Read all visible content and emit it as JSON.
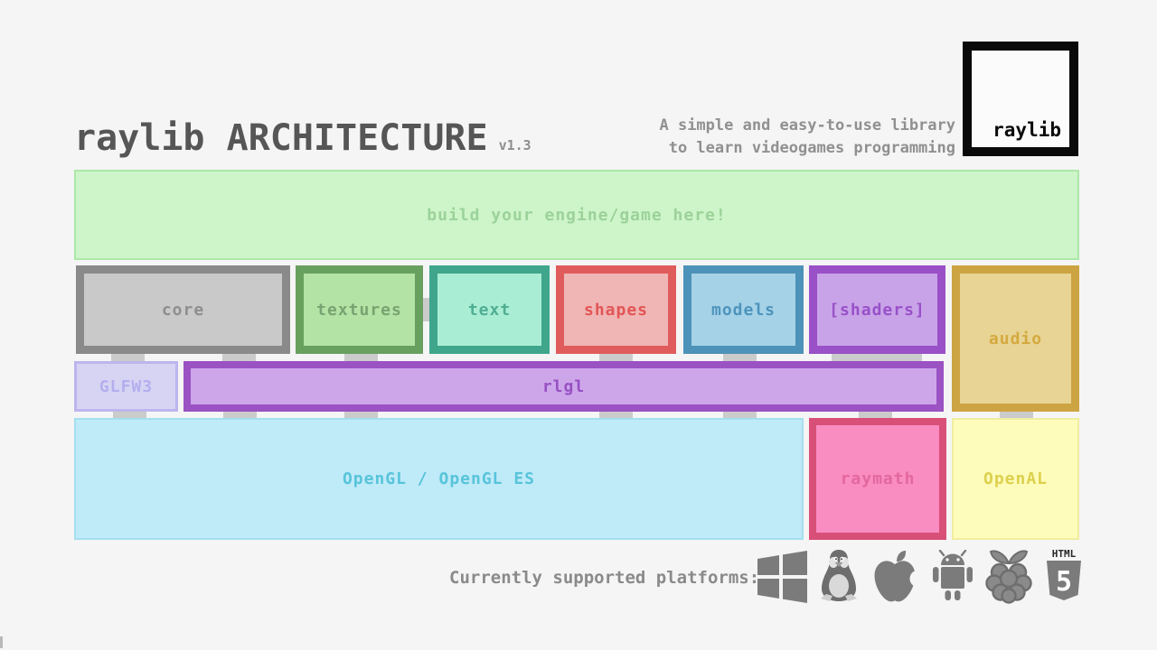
{
  "header": {
    "title": "raylib ARCHITECTURE",
    "version": "v1.3",
    "tagline": [
      "A simple and easy-to-use library",
      "to learn videogames programming"
    ],
    "logo_text": "raylib"
  },
  "diagram": {
    "engine_box_label": "build your engine/game here!",
    "modules": [
      {
        "id": "core",
        "label": "core"
      },
      {
        "id": "textures",
        "label": "textures"
      },
      {
        "id": "text",
        "label": "text"
      },
      {
        "id": "shapes",
        "label": "shapes"
      },
      {
        "id": "models",
        "label": "models"
      },
      {
        "id": "shaders",
        "label": "[shaders]"
      },
      {
        "id": "audio",
        "label": "audio"
      }
    ],
    "glfw_label": "GLFW3",
    "rlgl_label": "rlgl",
    "opengl_label": "OpenGL / OpenGL ES",
    "raymath_label": "raymath",
    "openal_label": "OpenAL"
  },
  "footer": {
    "label": "Currently supported platforms:",
    "platforms": [
      "windows",
      "linux",
      "apple",
      "android",
      "raspberry-pi",
      "html5"
    ],
    "html5_badge_top": "HTML",
    "html5_badge_number": "5"
  },
  "palette": {
    "background": "#f5f5f5",
    "title_text": "#565656",
    "muted_text": "#909090",
    "connector": "#cbcbcb",
    "icon_gray": "#7b7b7b",
    "engine": {
      "fill": "#cdf5c9",
      "border": "#ace8a8",
      "text": "#9cd29a"
    },
    "core": {
      "fill": "#c9c9c9",
      "border": "#8a8a8a",
      "text": "#8e8e8e"
    },
    "textures": {
      "fill": "#b3e3a5",
      "border": "#68a05f",
      "text": "#78a471"
    },
    "text": {
      "fill": "#a9eed4",
      "border": "#3fa68c",
      "text": "#4fae93"
    },
    "shapes": {
      "fill": "#f0b5b5",
      "border": "#e05c5c",
      "text": "#e25555"
    },
    "models": {
      "fill": "#a6d2e7",
      "border": "#4d92b8",
      "text": "#4d94bd"
    },
    "shaders": {
      "fill": "#c9a3e8",
      "border": "#9a50c6",
      "text": "#9851c9"
    },
    "audio": {
      "fill": "#e8d494",
      "border": "#cda442",
      "text": "#d4a93f"
    },
    "glfw": {
      "fill": "#d7d4f3",
      "border": "#bcb5ee",
      "text": "#b4aeee"
    },
    "rlgl": {
      "fill": "#cda6ea",
      "border": "#9b52c3",
      "text": "#9750c2"
    },
    "opengl": {
      "fill": "#bfeaf8",
      "border": "#a5dff0",
      "text": "#57c4da"
    },
    "raymath": {
      "fill": "#f98cc0",
      "border": "#d84f78",
      "text": "#e2689e"
    },
    "openal": {
      "fill": "#fdfcba",
      "border": "#f0eda0",
      "text": "#ddd04e"
    }
  }
}
